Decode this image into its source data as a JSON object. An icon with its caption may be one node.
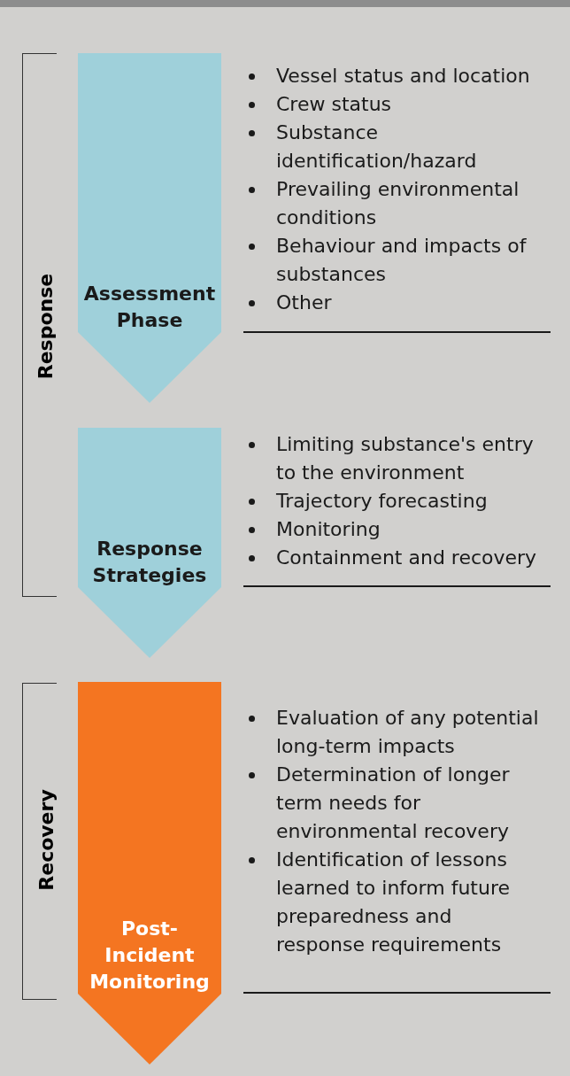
{
  "diagram": {
    "nodes": [
      {
        "text": [
          "Assessment Phase"
        ],
        "beside": [
          "Vessel status and location",
          "Crew status",
          "Substance identification/hazard",
          "Prevailing environmental conditions",
          "Behaviour and impacts of substances",
          "Other"
        ]
      },
      {
        "text": [
          "Response Strategies"
        ],
        "beside": [
          "Limiting substance's entry to the environment",
          "Trajectory forecasting",
          "Monitoring",
          "Containment and recovery"
        ]
      },
      {
        "text": [
          "Post-Incident Monitoring"
        ],
        "beside": [
          "Evaluation of any potential long-term impacts",
          "Determination of longer term needs for environmental recovery",
          "Identification of lessons learned to inform future preparedness and response requirements"
        ]
      }
    ],
    "labels": [
      "Response",
      "Recovery"
    ]
  }
}
